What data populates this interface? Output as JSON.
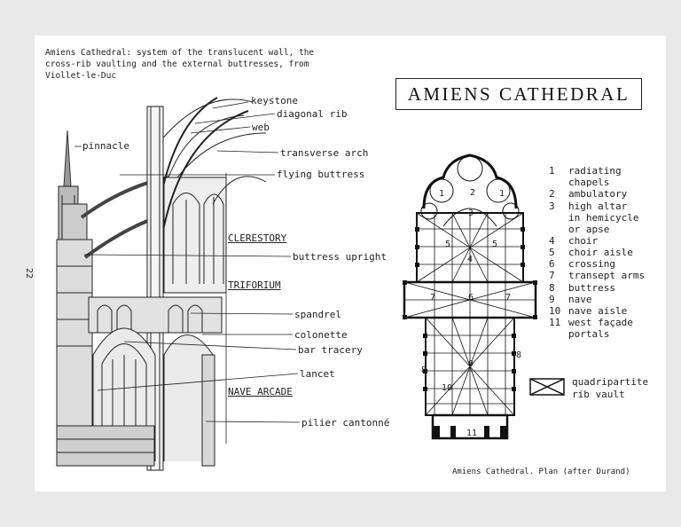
{
  "caption_top": "Amiens Cathedral: system of the translucent wall, the\ncross-rib vaulting and the external buttresses, from\nViollet-le-Duc",
  "title": "AMIENS CATHEDRAL",
  "page_number": "22",
  "section_labels": {
    "keystone": "keystone",
    "diagonal_rib": "diagonal rib",
    "web": "web",
    "pinnacle": "pinnacle",
    "transverse_arch": "transverse arch",
    "flying_buttress": "flying buttress",
    "clerestory": "CLERESTORY",
    "buttress_upright": "buttress upright",
    "triforium": "TRIFORIUM",
    "spandrel": "spandrel",
    "colonette": "colonette",
    "bar_tracery": "bar tracery",
    "lancet": "lancet",
    "nave_arcade": "NAVE ARCADE",
    "pilier_cantonne": "pilier cantonné"
  },
  "legend": [
    {
      "num": "1",
      "text": "radiating\nchapels"
    },
    {
      "num": "2",
      "text": "ambulatory"
    },
    {
      "num": "3",
      "text": "high altar\nin hemicycle\nor apse"
    },
    {
      "num": "4",
      "text": "choir"
    },
    {
      "num": "5",
      "text": "choir aisle"
    },
    {
      "num": "6",
      "text": "crossing"
    },
    {
      "num": "7",
      "text": "transept arms"
    },
    {
      "num": "8",
      "text": "buttress"
    },
    {
      "num": "9",
      "text": "nave"
    },
    {
      "num": "10",
      "text": "nave aisle"
    },
    {
      "num": "11",
      "text": "west façade\nportals"
    }
  ],
  "rib_vault_label": "quadripartite\nrib vault",
  "plan_numbers": [
    "1",
    "2",
    "1",
    "3",
    "5",
    "5",
    "4",
    "7",
    "6",
    "7",
    "8",
    "9",
    "8",
    "10",
    "11"
  ],
  "caption_plan": "Amiens Cathedral. Plan (after Durand)"
}
